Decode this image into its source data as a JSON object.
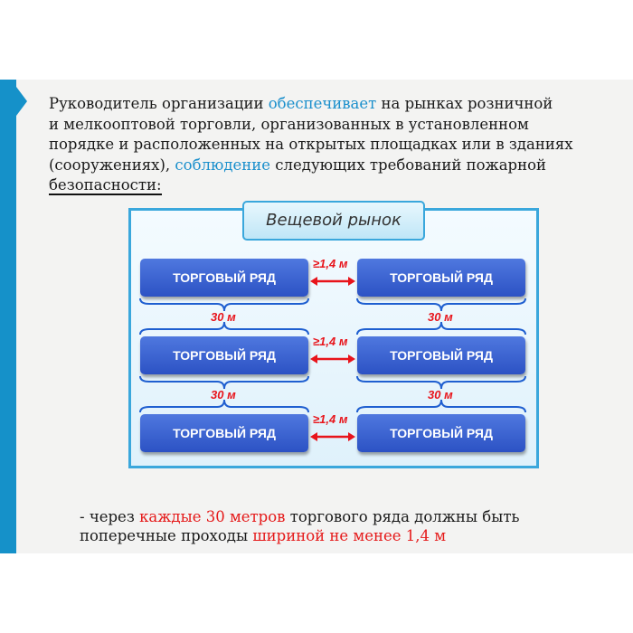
{
  "intro": {
    "p1": "Руководитель организации ",
    "h1": "обеспечивает",
    "p2": " на рынках розничной",
    "line2": "и мелкооптовой торговли, организованных в установленном",
    "line3": "порядке и расположенных на открытых площадках или в зданиях",
    "p4a": "(сооружениях), ",
    "h2": "соблюдение",
    "p4b": " следующих требований пожарной",
    "line5": "безопасности:"
  },
  "diagram": {
    "title": "Вещевой рынок",
    "row_label": "ТОРГОВЫЙ РЯД",
    "gap_label": "≥1,4 м",
    "length_label": "30 м"
  },
  "bottom": {
    "a": "- через ",
    "b": "каждые 30 метров",
    "c": " торгового ряда должны быть",
    "d": "поперечные проходы ",
    "e": "шириной не менее 1,4 м"
  },
  "colors": {
    "accent": "#1591c9",
    "row": "#3a63d3",
    "highlight": "#e51a1a"
  }
}
